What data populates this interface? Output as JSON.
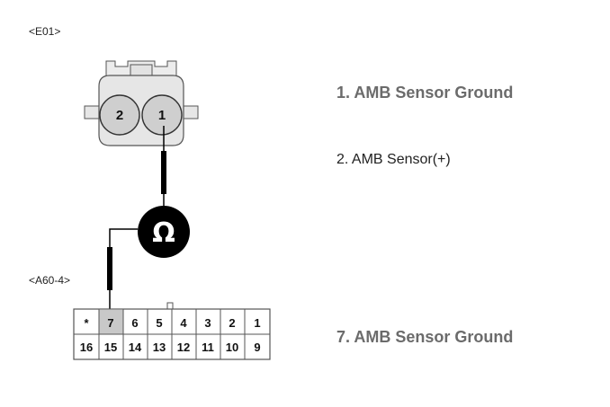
{
  "connectors": {
    "e01": {
      "label": "<E01>",
      "pins": [
        "2",
        "1"
      ]
    },
    "a60": {
      "label": "<A60-4>",
      "top_row": [
        "*",
        "7",
        "6",
        "5",
        "4",
        "3",
        "2",
        "1"
      ],
      "bottom_row": [
        "16",
        "15",
        "14",
        "13",
        "12",
        "11",
        "10",
        "9"
      ],
      "highlighted_pin": "7"
    }
  },
  "meter": {
    "symbol": "Ω",
    "icon": "ohmmeter-icon"
  },
  "legend": {
    "pin1": "1. AMB Sensor Ground",
    "pin2": "2. AMB Sensor(+)",
    "pin7": "7. AMB Sensor Ground"
  },
  "colors": {
    "pin_highlight": "#c8c8c8",
    "connector_body": "#e6e6e6",
    "wire": "#000000",
    "legend_bold": "#6b6b6b"
  }
}
